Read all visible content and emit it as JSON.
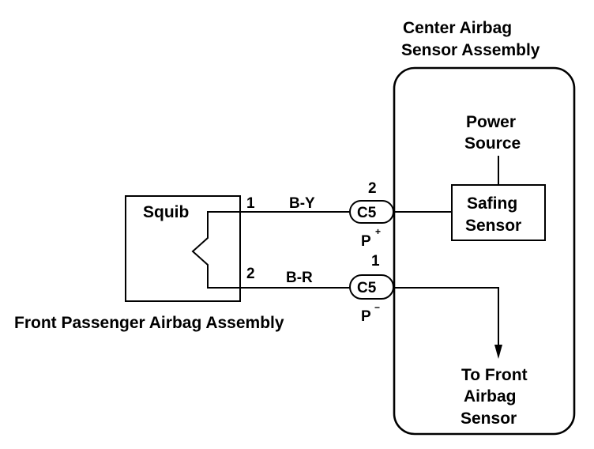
{
  "center_assembly": {
    "title_line1": "Center Airbag",
    "title_line2": "Sensor Assembly"
  },
  "power_source": {
    "line1": "Power",
    "line2": "Source"
  },
  "safing_sensor": {
    "line1": "Safing",
    "line2": "Sensor"
  },
  "to_front_sensor": {
    "line1": "To Front",
    "line2": "Airbag",
    "line3": "Sensor"
  },
  "squib_label": "Squib",
  "passenger_assembly_label": "Front Passenger Airbag Assembly",
  "wires": [
    {
      "pin_squib": "1",
      "color": "B-Y",
      "pin_connector": "2",
      "connector": "C5",
      "terminal": "P",
      "terminal_sign": "+"
    },
    {
      "pin_squib": "2",
      "color": "B-R",
      "pin_connector": "1",
      "connector": "C5",
      "terminal": "P",
      "terminal_sign": "−"
    }
  ]
}
